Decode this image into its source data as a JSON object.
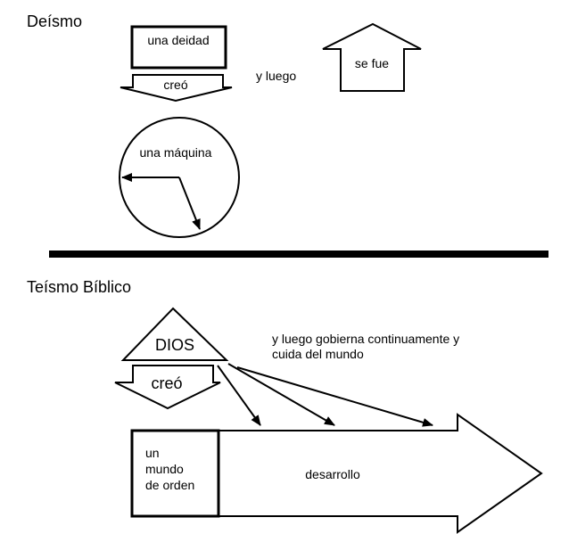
{
  "deismo": {
    "heading": "Deísmo",
    "deity_box": "una deidad",
    "created_arrow": "creó",
    "then_text": "y luego",
    "left_arrow": "se fue",
    "machine": "una máquina"
  },
  "teismo": {
    "heading": "Teísmo Bíblico",
    "god_triangle": "DIOS",
    "created_arrow": "creó",
    "governs_line1": "y luego gobierna continuamente y",
    "governs_line2": "cuida del mundo",
    "world_line1": "un",
    "world_line2": "mundo",
    "world_line3": "de orden",
    "development": "desarrollo"
  }
}
